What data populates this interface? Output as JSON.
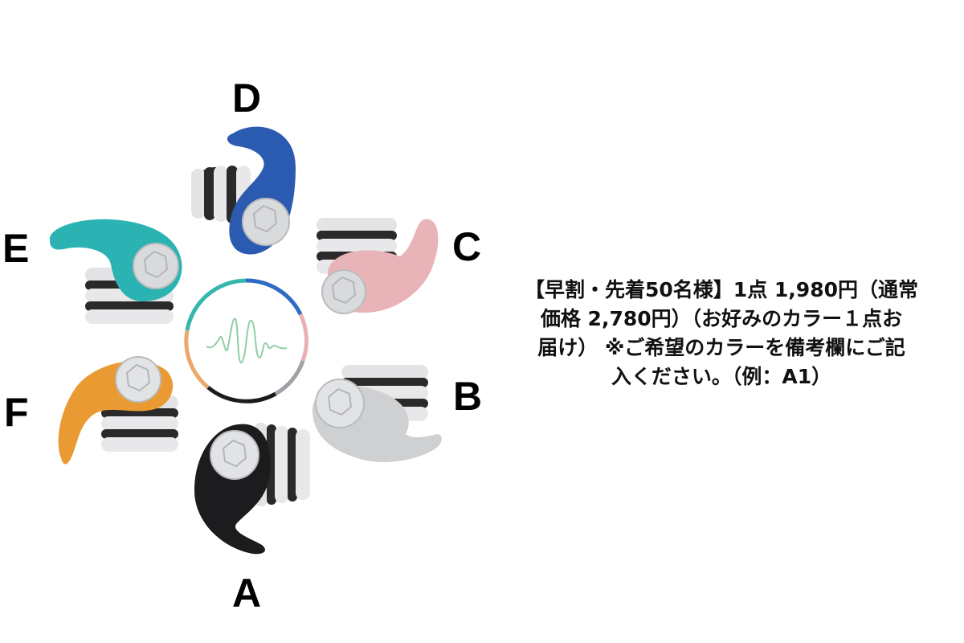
{
  "labels": {
    "a": "A",
    "b": "B",
    "c": "C",
    "d": "D",
    "e": "E",
    "f": "F"
  },
  "earplugs": [
    {
      "label": "A",
      "color_name": "black",
      "color": "#1c1c1e"
    },
    {
      "label": "B",
      "color_name": "light-gray",
      "color": "#cfd0d2"
    },
    {
      "label": "C",
      "color_name": "pink",
      "color": "#e9b4b8"
    },
    {
      "label": "D",
      "color_name": "blue",
      "color": "#2b5bb0"
    },
    {
      "label": "E",
      "color_name": "teal",
      "color": "#2bb3b3"
    },
    {
      "label": "F",
      "color_name": "orange",
      "color": "#e99a33"
    }
  ],
  "emblem": {
    "icon": "sound-wave-icon",
    "ring_colors": [
      "#2e6cc4",
      "#e8b1b6",
      "#9ea1a6",
      "#1b1b1b",
      "#e9a96a",
      "#36b7ad"
    ],
    "wave_color": "#8fcfa6"
  },
  "promo": {
    "lines": [
      "【早割・先着50名様】1点 1,980円（通常",
      "価格 2,780円）（お好みのカラー１点お",
      "届け） ※ご希望のカラーを備考欄にご記",
      "入ください。（例：A1）"
    ]
  }
}
